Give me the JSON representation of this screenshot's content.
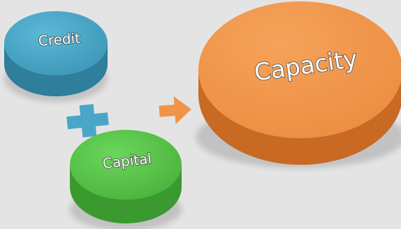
{
  "labels": {
    "credit": "Credit",
    "capital": "Capital",
    "capacity": "Capacity"
  },
  "colors": {
    "background": "#e4e4e4",
    "credit_top": "#4aa6c6",
    "credit_side": "#2f7e9b",
    "capital_top": "#58c449",
    "capital_side": "#3a9a2f",
    "capacity_top": "#f0944a",
    "capacity_side": "#c86a23",
    "plus": "#4aa6c6",
    "arrow": "#f0944a"
  },
  "icons": {
    "plus": "plus-icon",
    "arrow": "arrow-right-icon"
  }
}
